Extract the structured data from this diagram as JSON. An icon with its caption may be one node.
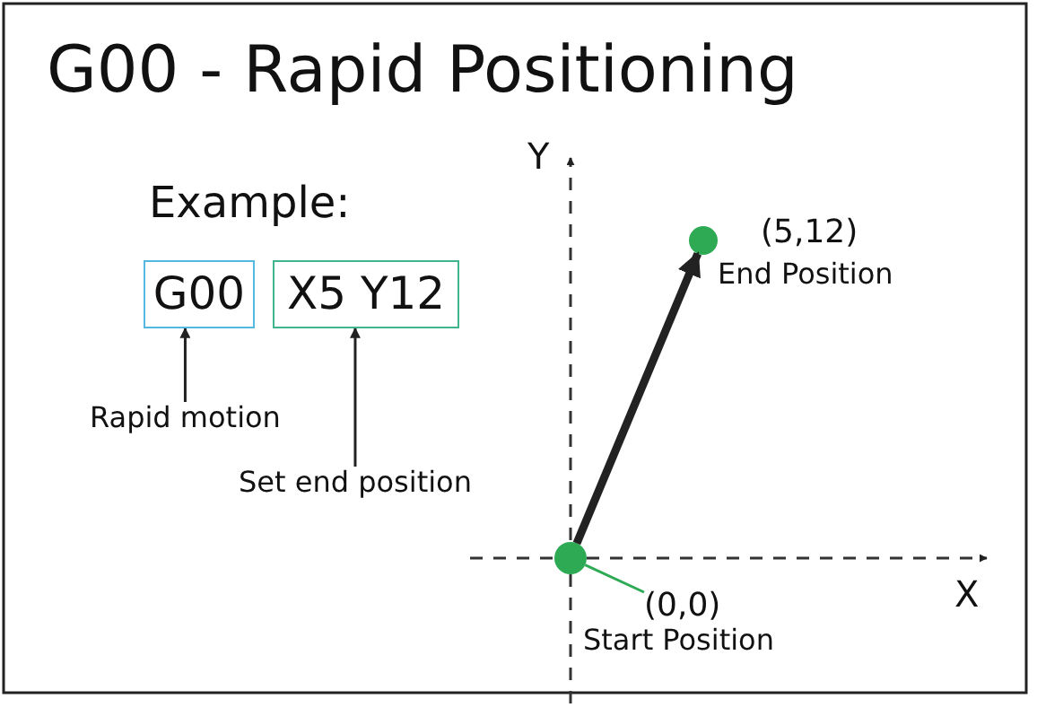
{
  "diagram": {
    "title": "G00 - Rapid Positioning",
    "nodes": [
      {
        "text": [
          "G00"
        ]
      },
      {
        "text": [
          "X5 Y12"
        ]
      },
      {
        "text": [],
        "shape": "circle",
        "beside": [
          "(5,12)",
          "End Position"
        ]
      },
      {
        "text": [
          "Rapid motion"
        ]
      },
      {
        "text": [
          "Set end position"
        ]
      },
      {
        "text": [],
        "shape": "circle"
      },
      {
        "text": [
          "(0,0)",
          "Start Position"
        ]
      }
    ],
    "edges": [
      {
        "from": 3,
        "to": 0,
        "arrow": "to"
      },
      {
        "from": 4,
        "to": 1,
        "arrow": "to"
      },
      {
        "from": 5,
        "to": 2,
        "arrow": "to",
        "style": "thick"
      },
      {
        "from": 6,
        "to": 5,
        "arrow": "none",
        "color": "#2eaa55"
      }
    ],
    "labels": [
      "Example:",
      "Y",
      "X"
    ]
  }
}
